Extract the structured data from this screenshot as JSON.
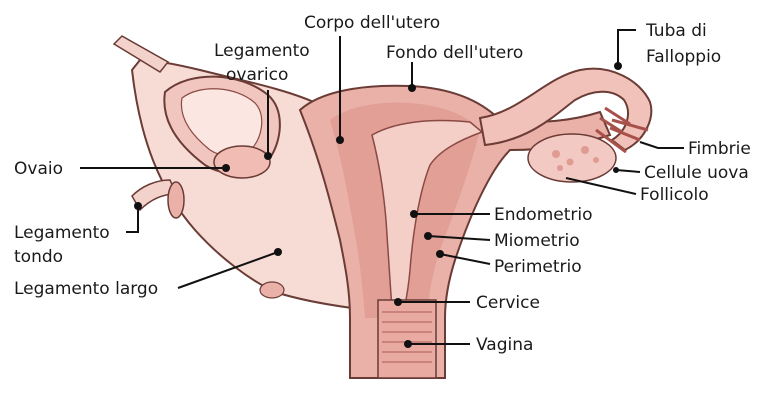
{
  "diagram": {
    "labels": {
      "corpo": "Corpo dell'utero",
      "fondo": "Fondo dell'utero",
      "tuba_line1": "Tuba di",
      "tuba_line2": "Falloppio",
      "leg_ov_line1": "Legamento",
      "leg_ov_line2": "ovarico",
      "ovaio": "Ovaio",
      "fimbrie": "Fimbrie",
      "cellule": "Cellule uova",
      "follicolo": "Follicolo",
      "leg_tondo_line1": "Legamento",
      "leg_tondo_line2": "tondo",
      "endometrio": "Endometrio",
      "miometrio": "Miometrio",
      "perimetrio": "Perimetrio",
      "leg_largo": "Legamento largo",
      "cervice": "Cervice",
      "vagina": "Vagina"
    },
    "colors": {
      "tissue_light": "#f6d9d4",
      "tissue_mid": "#e8a9a0",
      "tissue_dark": "#c9766c",
      "outline": "#6b3b35",
      "text": "#1a1a1a"
    }
  }
}
